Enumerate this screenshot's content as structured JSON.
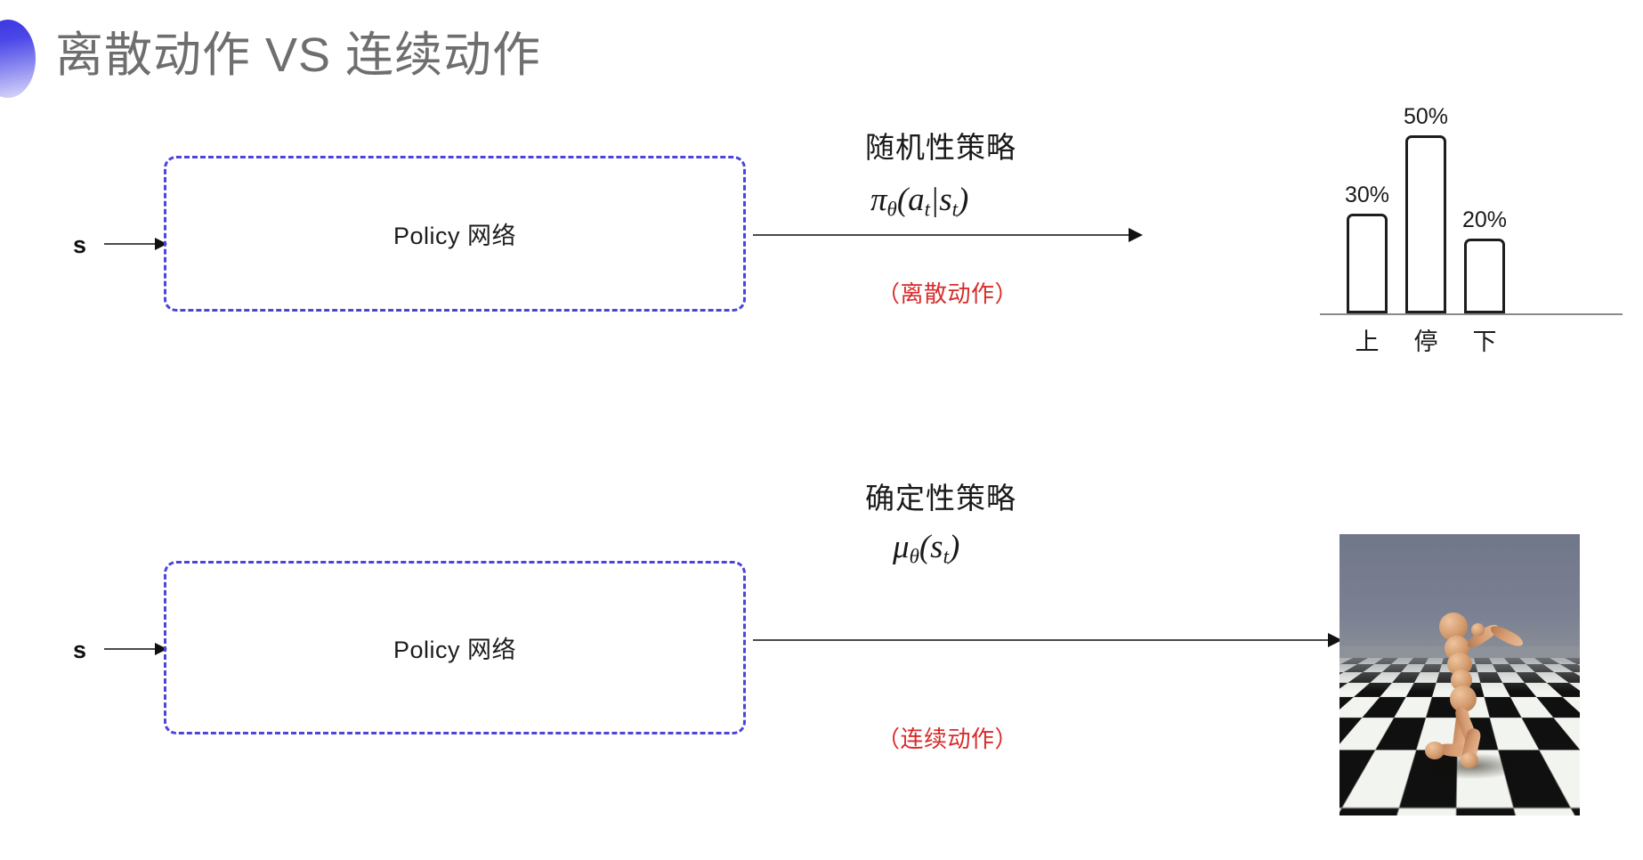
{
  "slide": {
    "title": "离散动作 VS 连续动作",
    "title_color": "#6e6e6e",
    "accent_color": "#4b45d9",
    "red_color": "#d92b2b",
    "background": "#ffffff"
  },
  "discrete_row": {
    "state_label": "s",
    "policy_box_label": "Policy 网络",
    "annotation_title": "随机性策略",
    "formula_main": "π",
    "formula_sub1": "θ",
    "formula_body": "(a",
    "formula_sub2": "t",
    "formula_mid": "|s",
    "formula_sub3": "t",
    "formula_end": ")",
    "formula_plain": "πθ(at|st)",
    "red_note": "（离散动作）"
  },
  "continuous_row": {
    "state_label": "s",
    "policy_box_label": "Policy 网络",
    "annotation_title": "确定性策略",
    "formula_main": "μ",
    "formula_sub1": "θ",
    "formula_body": "(s",
    "formula_sub2": "t",
    "formula_end": ")",
    "formula_plain": "μθ(st)",
    "red_note": "（连续动作）",
    "sim_caption": "humanoid-simulation-frame"
  },
  "chart_data": {
    "type": "bar",
    "categories": [
      "上",
      "停",
      "下"
    ],
    "values": [
      30,
      50,
      20
    ],
    "value_labels": [
      "30%",
      "50%",
      "20%"
    ],
    "title": "",
    "xlabel": "",
    "ylabel": "",
    "ylim": [
      0,
      60
    ],
    "grid": false,
    "legend": "none",
    "bar_fill": "#ffffff",
    "bar_stroke": "#1d1d1d",
    "axis_color": "#8a8a8a"
  }
}
